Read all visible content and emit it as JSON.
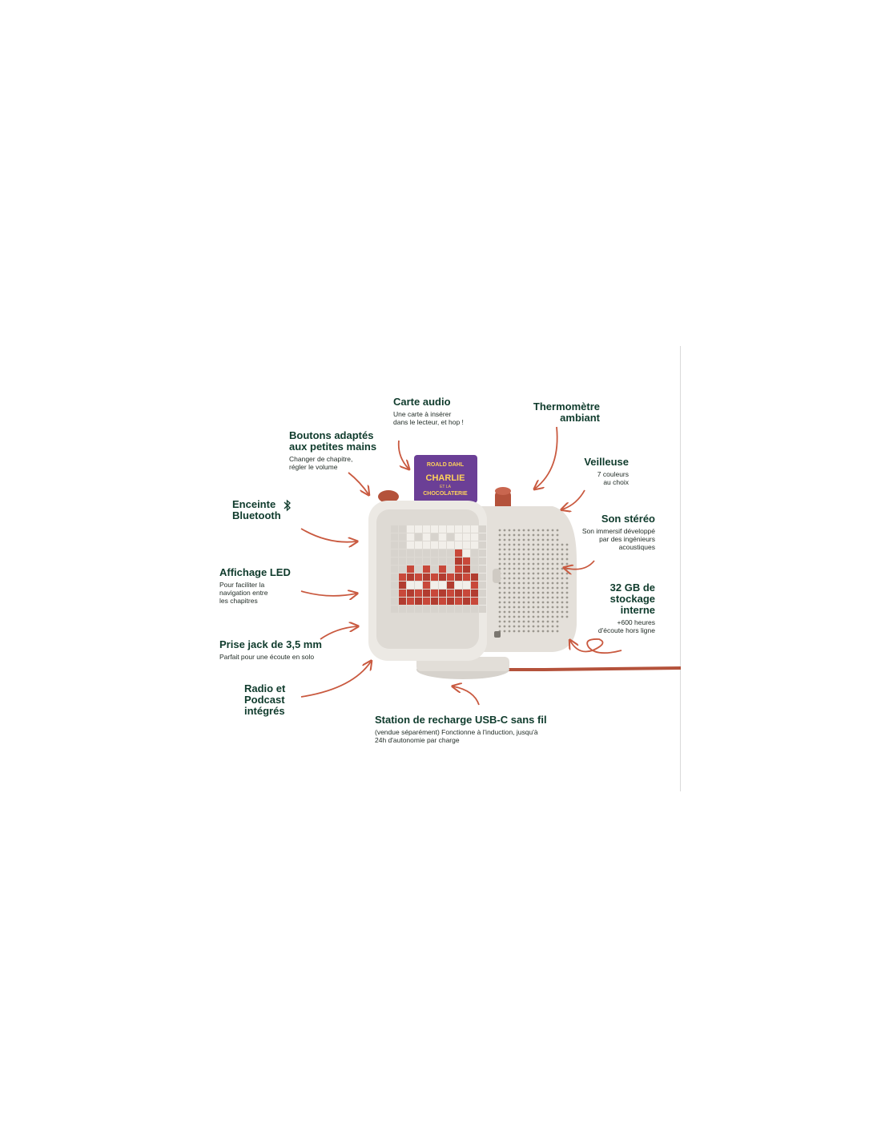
{
  "colors": {
    "title_green": "#0f3b2c",
    "arrow_red": "#c9593f",
    "device_body": "#e6e2dd",
    "knob_red": "#b4523b",
    "card_purple": "#6b3f96"
  },
  "card": {
    "author_line1": "ROALD",
    "author_line2": "DAHL",
    "title_line1": "CHARLIE",
    "title_line2": "ET LA",
    "title_line3": "CHOCOLATERIE"
  },
  "callouts": {
    "carte_audio": {
      "title": "Carte audio",
      "desc": "Une carte à insérer\ndans le lecteur, et hop !"
    },
    "thermometre": {
      "title": "Thermomètre\nambiant"
    },
    "boutons": {
      "title": "Boutons adaptés\naux petites mains",
      "desc": "Changer de chapitre,\nrégler le volume"
    },
    "veilleuse": {
      "title": "Veilleuse",
      "desc": "7 couleurs\nau choix"
    },
    "enceinte": {
      "title": "Enceinte\nBluetooth",
      "icon": "bluetooth-icon"
    },
    "son_stereo": {
      "title": "Son stéréo",
      "desc": "Son immersif développé\npar des ingénieurs\nacoustiques"
    },
    "affichage": {
      "title": "Affichage LED",
      "desc": "Pour faciliter la\nnavigation entre\nles chapitres"
    },
    "stockage": {
      "title": "32 GB de\nstockage\ninterne",
      "desc": "+600 heures\nd'écoute hors ligne"
    },
    "prise_jack": {
      "title": "Prise jack de 3,5 mm",
      "desc": "Parfait pour une écoute en solo"
    },
    "radio": {
      "title": "Radio et\nPodcast\nintégrés"
    },
    "station": {
      "title": "Station de recharge USB-C sans fil",
      "desc": "(vendue séparément) Fonctionne à l'induction, jusqu'à\n24h d'autonomie par charge"
    }
  }
}
